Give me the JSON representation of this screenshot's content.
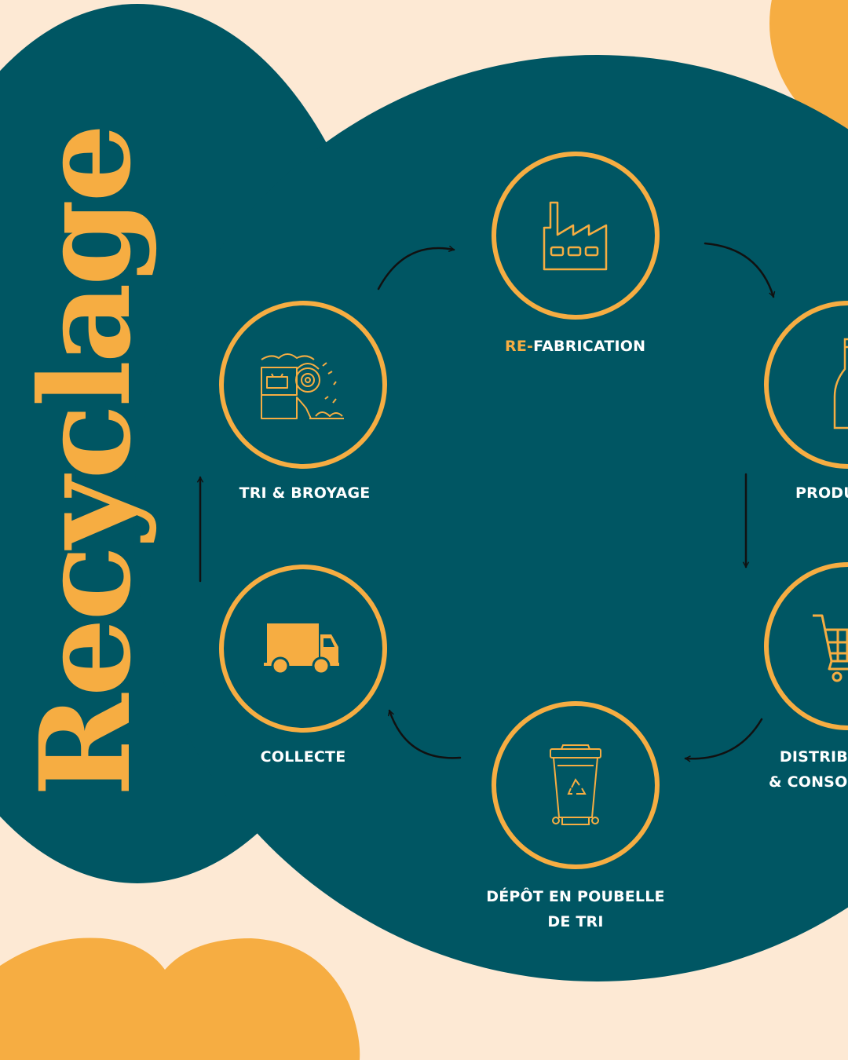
{
  "title": "Recyclage",
  "colors": {
    "background": "#fde9d4",
    "panel": "#005663",
    "accent": "#f6ad42",
    "label": "#ffffff",
    "arrow": "#111111"
  },
  "steps": [
    {
      "id": "refabrication",
      "icon": "factory-icon",
      "label_prefix": "RE-",
      "label": "FABRICATION"
    },
    {
      "id": "production",
      "icon": "bottle-icon",
      "label": "PRODU"
    },
    {
      "id": "distribution",
      "icon": "shopping-cart-icon",
      "label_line1": "DISTRIB",
      "label_line2": "& CONSOM"
    },
    {
      "id": "depot",
      "icon": "recycle-bin-icon",
      "label_line1": "DÉPÔT EN POUBELLE",
      "label_line2": "DE TRI"
    },
    {
      "id": "collecte",
      "icon": "truck-icon",
      "label": "COLLECTE"
    },
    {
      "id": "tri",
      "icon": "crusher-machine-icon",
      "label": "TRI & BROYAGE"
    }
  ]
}
